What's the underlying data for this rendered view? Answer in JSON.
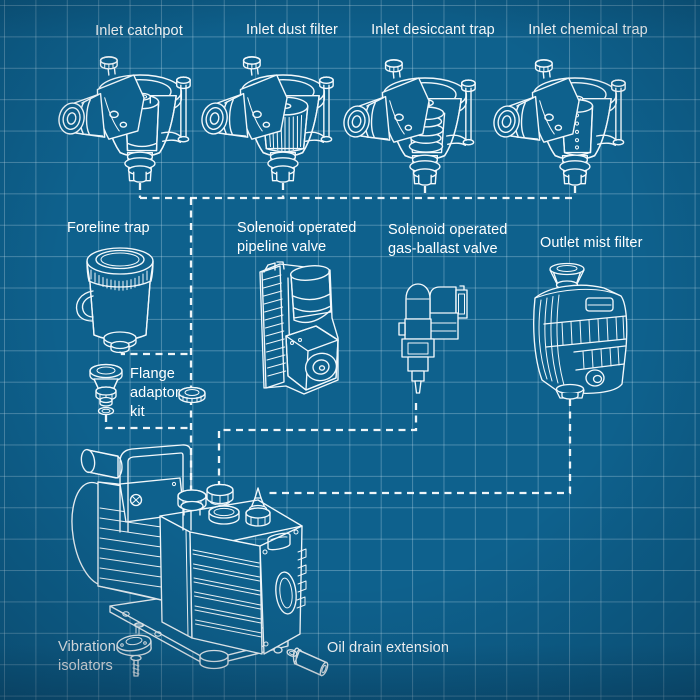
{
  "palette": {
    "background": "#0e618d",
    "grid_line": "#5f97b7",
    "line_art": "#f2f8fb",
    "connector": "#fbfdfe",
    "label_text": "#ffffff"
  },
  "diagram_labels": {
    "inlet_catchpot": "Inlet catchpot",
    "inlet_dust_filter": "Inlet dust filter",
    "inlet_desiccant_trap": "Inlet desiccant trap",
    "inlet_chemical_trap": "Inlet chemical trap",
    "foreline_trap": "Foreline trap",
    "solenoid_pipeline_valve": "Solenoid operated pipeline valve",
    "solenoid_gas_ballast_valve": "Solenoid operated gas-ballast valve",
    "outlet_mist_filter": "Outlet mist filter",
    "flange_adaptor_kit": "Flange adaptor kit",
    "vibration_isolators": "Vibration isolators",
    "oil_drain_extension": "Oil drain extension"
  }
}
